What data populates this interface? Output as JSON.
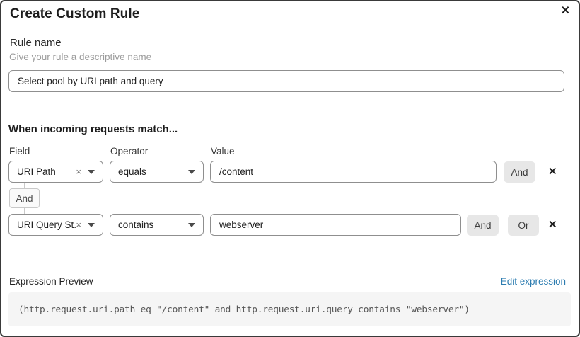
{
  "dialog": {
    "title": "Create Custom Rule"
  },
  "icons": {
    "close": "✕",
    "remove": "✕",
    "clear": "×"
  },
  "rule_name": {
    "label": "Rule name",
    "hint": "Give your rule a descriptive name",
    "value": "Select pool by URI path and query"
  },
  "match_section": {
    "heading": "When incoming requests match...",
    "columns": {
      "field": "Field",
      "operator": "Operator",
      "value": "Value"
    },
    "connector": "And",
    "rows": [
      {
        "field": "URI Path",
        "operator": "equals",
        "value": "/content",
        "and_label": "And"
      },
      {
        "field": "URI Query St...",
        "operator": "contains",
        "value": "webserver",
        "and_label": "And",
        "or_label": "Or"
      }
    ]
  },
  "expression": {
    "label": "Expression Preview",
    "edit_link": "Edit expression",
    "code": "(http.request.uri.path eq \"/content\" and http.request.uri.query contains \"webserver\")"
  },
  "colors": {
    "link_blue": "#2c7cb0",
    "button_gray": "#e7e7e7",
    "code_background": "#f5f5f5",
    "input_border": "#8f8f8f",
    "modal_border": "#3a3a3a"
  }
}
